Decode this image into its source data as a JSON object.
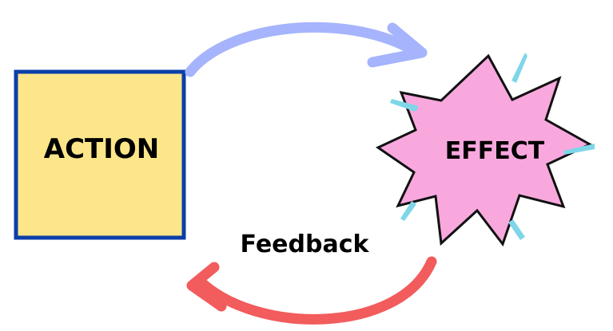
{
  "diagram": {
    "action_label": "ACTION",
    "effect_label": "EFFECT",
    "feedback_label": "Feedback"
  },
  "colors": {
    "action_fill": "#fde68a",
    "action_border": "#0b3fa8",
    "effect_fill": "#f9a8de",
    "effect_stroke": "#111111",
    "burst_accent": "#7ed6e8",
    "forward_arrow": "#a5b4fc",
    "feedback_arrow": "#f25c5c"
  }
}
